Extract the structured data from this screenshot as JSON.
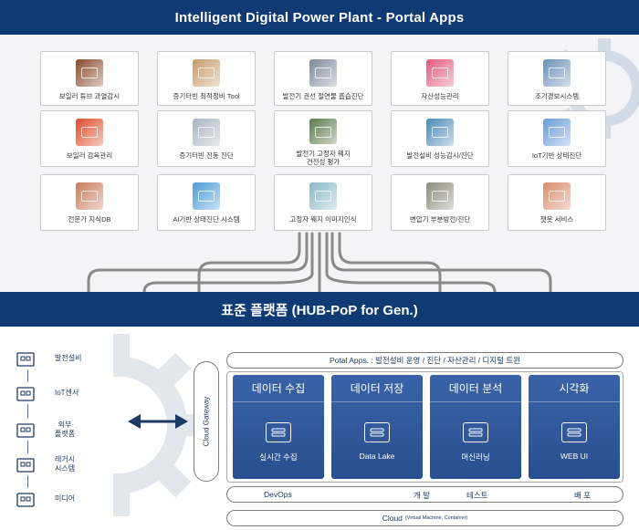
{
  "header": {
    "title": "Intelligent Digital Power Plant - Portal Apps"
  },
  "apps": [
    {
      "label": "보일러 튜브 과열감시",
      "icon": "boiler-tube-image-icon",
      "color": "#8a4a2a"
    },
    {
      "label": "증기터빈 최적정비 Tool",
      "icon": "steam-turbine-tool-icon",
      "color": "#c89a6a"
    },
    {
      "label": "발전기 권선 절연물 흡습진단",
      "icon": "generator-winding-icon",
      "color": "#7d8a99"
    },
    {
      "label": "자산성능관리",
      "icon": "apm-wheel-icon",
      "color": "#e05a7a"
    },
    {
      "label": "조기경보시스템",
      "icon": "early-warning-icon",
      "color": "#6a8fb8"
    },
    {
      "label": "보일러 감육관리",
      "icon": "boiler-thinning-heatmap-icon",
      "color": "#e04a2a"
    },
    {
      "label": "증기터빈 진동 진단",
      "icon": "turbine-vibration-icon",
      "color": "#a9b4bf"
    },
    {
      "label": "발전기 고정자 웨지\n건전성 평가",
      "icon": "stator-wedge-icon",
      "color": "#5a7a4a"
    },
    {
      "label": "발전설비 성능감시/진단",
      "icon": "plant-performance-icon",
      "color": "#4a8ab8"
    },
    {
      "label": "IoT기반 상태진단",
      "icon": "iot-diagnosis-icon",
      "color": "#6a9ad8"
    },
    {
      "label": "전문가 지식DB",
      "icon": "expert-knowledge-icon",
      "color": "#c87a5a"
    },
    {
      "label": "AI기반 상태진단 시스템",
      "icon": "ai-diagnosis-icon",
      "color": "#4a9ad8"
    },
    {
      "label": "고정자 웨지 이미지인식",
      "icon": "wedge-image-recognition-icon",
      "color": "#8ab8c8"
    },
    {
      "label": "변압기 부분방전/진단",
      "icon": "transformer-icon",
      "color": "#8a8a7a"
    },
    {
      "label": "챗봇 서비스",
      "icon": "chatbot-icon",
      "color": "#d88a6a"
    }
  ],
  "platform": {
    "title": "표준 플랫폼 (HUB-PoP for Gen.)"
  },
  "sources": [
    {
      "label": "발전설비",
      "icon": "factory-icon"
    },
    {
      "label": "IoT센서",
      "icon": "iot-sensor-icon"
    },
    {
      "label": "외부\n플랫폼",
      "icon": "external-platform-icon"
    },
    {
      "label": "레거시\n시스템",
      "icon": "legacy-system-icon"
    },
    {
      "label": "미디어",
      "icon": "media-icon"
    }
  ],
  "gateway": {
    "label": "Cloud Gateway"
  },
  "portal": {
    "label": "Potal Apps. : 발전설비 운영 / 진단 / 자산관리 / 디지털 트윈"
  },
  "modules": [
    {
      "title": "데이터 수집",
      "sub": "실시간 수집",
      "icon": "realtime-collect-icon"
    },
    {
      "title": "데이터 저장",
      "sub": "Data Lake",
      "icon": "data-lake-icon"
    },
    {
      "title": "데이터 분석",
      "sub": "머신러닝",
      "icon": "machine-learning-icon"
    },
    {
      "title": "시각화",
      "sub": "WEB UI",
      "icon": "web-ui-icon"
    }
  ],
  "devops": {
    "label": "DevOps",
    "dev": "개 발",
    "test": "테스트",
    "deploy": "배 포"
  },
  "cloud": {
    "label": "Cloud",
    "sub": "(Virtual Machine, Container)"
  },
  "colors": {
    "bar": "#0f3a73",
    "module": "#2f5a9e",
    "connector": "#8a8a8a"
  }
}
